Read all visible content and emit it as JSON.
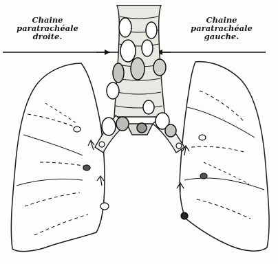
{
  "labels": {
    "right_chain": {
      "line1": "Chaine",
      "line2": "paratrachéale",
      "line3": "droite."
    },
    "left_chain": {
      "line1": "Chaine",
      "line2": "paratrachéale",
      "line3": "gauche."
    }
  }
}
